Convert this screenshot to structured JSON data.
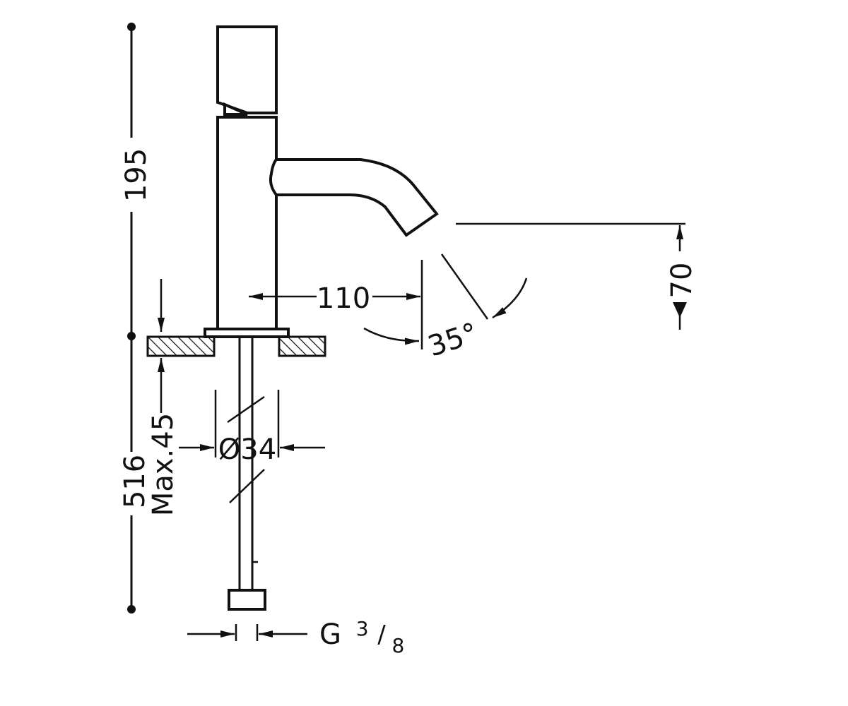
{
  "drawing": {
    "stroke_color": "#111111",
    "background_color": "#ffffff",
    "dimensions": {
      "total_height": "195",
      "under_counter_length": "516",
      "max_thickness": "Max.45",
      "spout_reach": "110",
      "spout_height": "70",
      "spout_angle": "35°",
      "base_diameter": "Ø34",
      "connection_main": "G",
      "connection_fraction_num": "3",
      "connection_fraction_den": "8"
    }
  }
}
